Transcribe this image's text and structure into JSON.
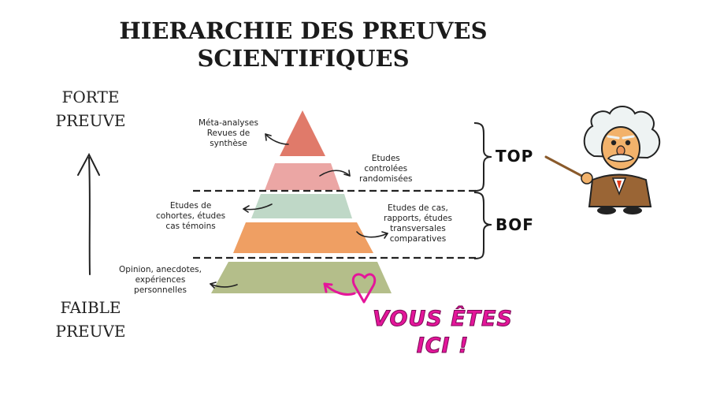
{
  "title": {
    "line1": "HIERARCHIE DES PREUVES",
    "line2": "SCIENTIFIQUES"
  },
  "axis": {
    "top_line1": "FORTE",
    "top_line2": "PREUVE",
    "bottom_line1": "FAIBLE",
    "bottom_line2": "PREUVE"
  },
  "levels": [
    {
      "lines": [
        "Méta-analyses",
        "Revues de",
        "synthèse"
      ],
      "color": "#e07a6a"
    },
    {
      "lines": [
        "Etudes",
        "controlées",
        "randomisées"
      ],
      "color": "#eba6a4"
    },
    {
      "lines": [
        "Etudes de",
        "cohortes, études",
        "cas témoins"
      ],
      "color": "#bfd8c7"
    },
    {
      "lines": [
        "Etudes de cas,",
        "rapports, études",
        "transversales",
        "comparatives"
      ],
      "color": "#ef9f63"
    },
    {
      "lines": [
        "Opinion, anecdotes,",
        "expériences",
        "personnelles"
      ],
      "color": "#b4be8a"
    }
  ],
  "groups": {
    "top": "TOP",
    "bof": "BOF"
  },
  "marker": {
    "line1": "VOUS ÊTES",
    "line2": "ICI !",
    "color": "#e4169a"
  },
  "icons": [
    "arrow-up-icon",
    "curved-arrow-icon",
    "heart-arrow-icon",
    "einstein-icon"
  ]
}
